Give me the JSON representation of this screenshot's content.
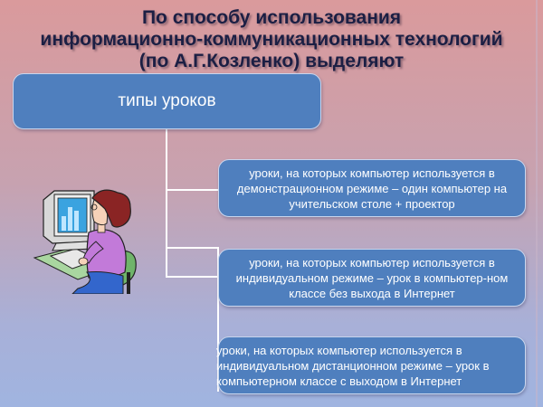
{
  "title": {
    "lines": [
      "По способу использования",
      "информационно-коммуникационных технологий",
      "(по А.Г.Козленко) выделяют"
    ]
  },
  "diagram": {
    "root": {
      "label": "типы уроков"
    },
    "children": [
      {
        "label": "уроки, на которых компьютер используется в демонстрационном режиме – один компьютер на учительском столе + проектор"
      },
      {
        "label": "уроки, на которых компьютер используется в индивидуальном режиме – урок в компьютер-ном классе без выхода в Интернет"
      },
      {
        "label": "уроки, на которых компьютер используется в индивидуальном дистанционном режиме – урок в компьютерном классе с выходом в Интернет"
      }
    ]
  },
  "illustration": {
    "icon": "woman-at-computer-icon"
  },
  "colors": {
    "box_fill": "#4f7fbe",
    "box_border": "#c9d6ee",
    "title_text": "#1c1f44",
    "bg_top": "#da9a9c",
    "bg_bottom": "#a0b4e0",
    "connector": "#ffffff"
  }
}
